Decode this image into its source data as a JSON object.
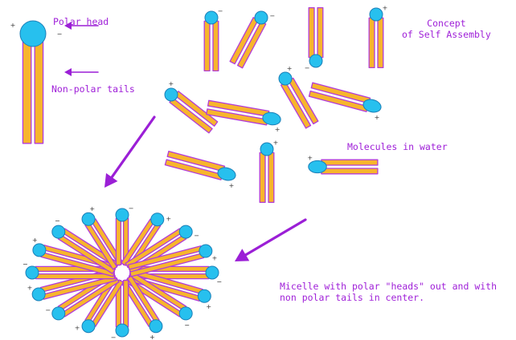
{
  "labels": {
    "polar_head": "Polar head",
    "nonpolar_tails": "Non-polar tails",
    "concept": "Concept\nof Self Assembly",
    "molecules_in_water": "Molecules in water",
    "micelle": "Micelle with polar \"heads\" out and with\nnon polar tails in center."
  },
  "charges": {
    "plus": "+",
    "minus": "−"
  },
  "colors": {
    "head_fill": "#27c0ee",
    "head_stroke": "#1b7fb8",
    "tail_fill": "#f7b52c",
    "tail_stroke": "#b23cd8",
    "arrow": "#9b1fd6",
    "text": "#9f1fd8"
  }
}
